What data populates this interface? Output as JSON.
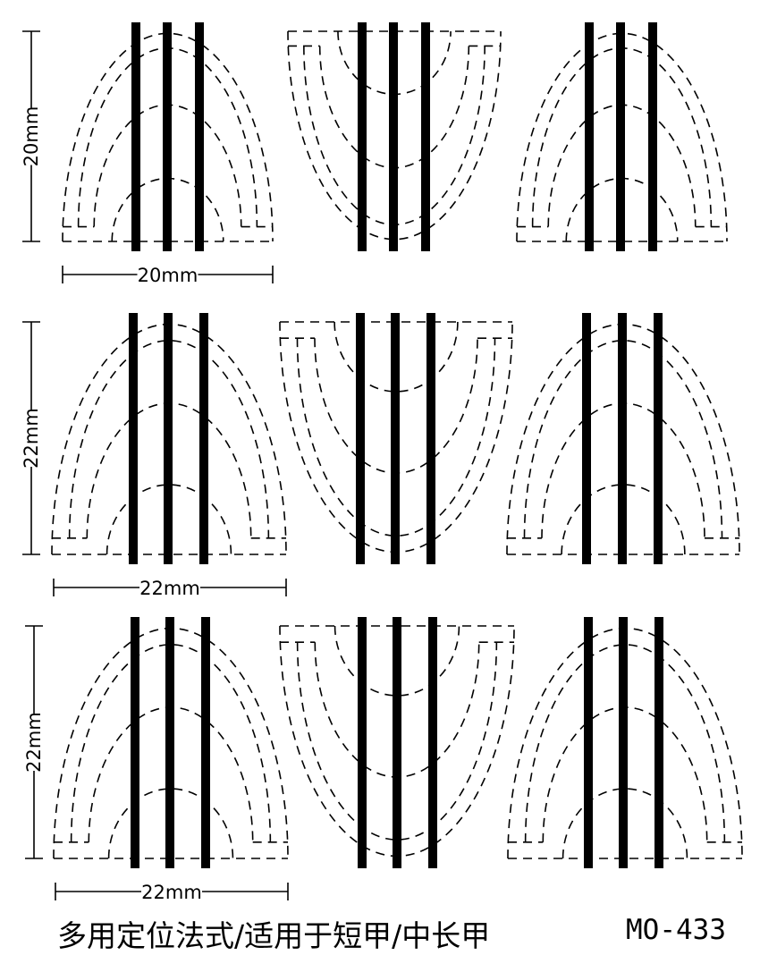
{
  "rows": [
    {
      "height_label": "20mm",
      "width_label": "20mm"
    },
    {
      "height_label": "22mm",
      "width_label": "22mm"
    },
    {
      "height_label": "22mm",
      "width_label": "22mm"
    }
  ],
  "caption": "多用定位法式/适用于短甲/中长甲",
  "product_code": "MO-433",
  "colors": {
    "ink": "#000000",
    "background": "#ffffff"
  }
}
